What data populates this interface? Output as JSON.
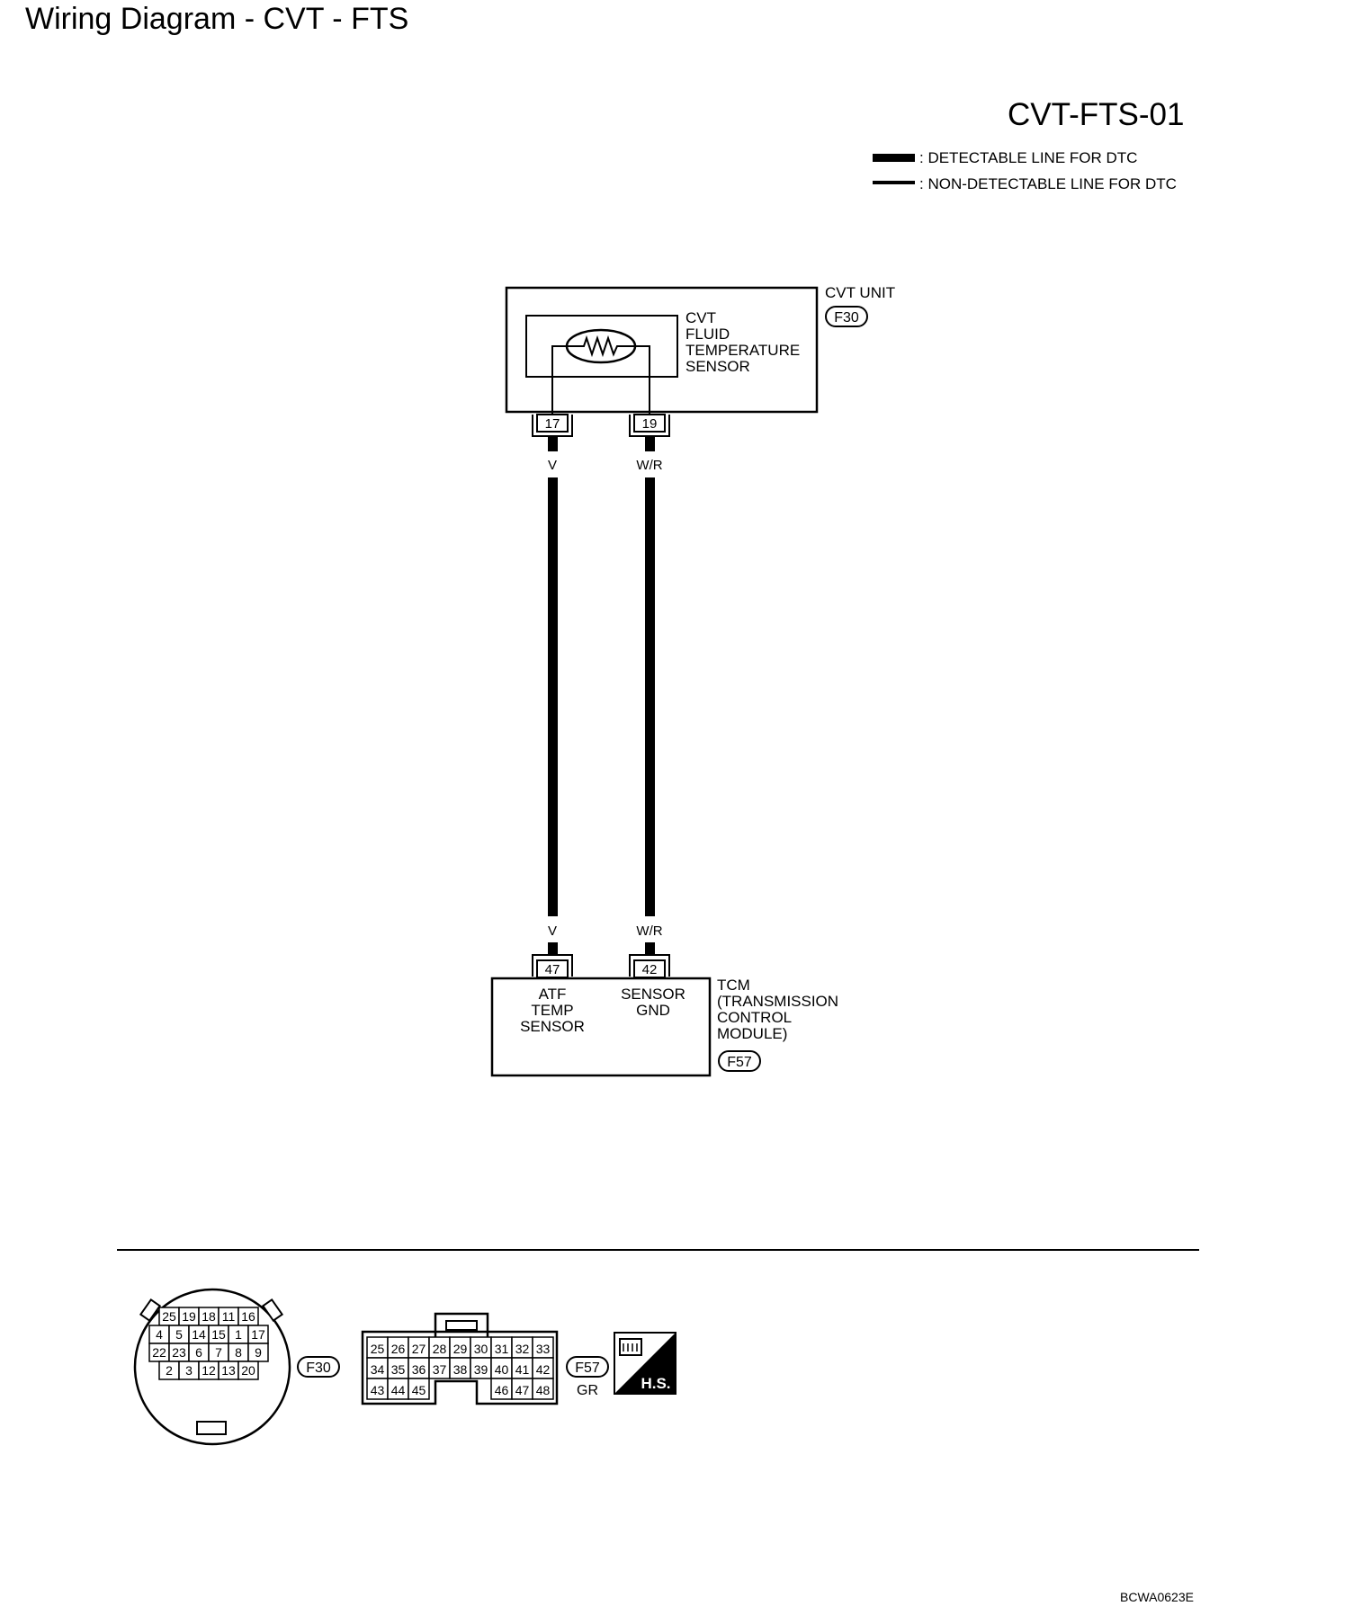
{
  "title": "Wiring Diagram - CVT - FTS",
  "diagram_code": "CVT-FTS-01",
  "legend": {
    "detectable": ": DETECTABLE LINE FOR DTC",
    "non_detectable": ": NON-DETECTABLE LINE FOR DTC"
  },
  "cvt_unit": {
    "name": "CVT UNIT",
    "connector": "F30",
    "sensor_lines": [
      "CVT",
      "FLUID",
      "TEMPERATURE",
      "SENSOR"
    ],
    "terminals": [
      "17",
      "19"
    ]
  },
  "wires": [
    {
      "color_code": "V",
      "from_terminal": "17",
      "to_terminal": "47",
      "detectable": true
    },
    {
      "color_code": "W/R",
      "from_terminal": "19",
      "to_terminal": "42",
      "detectable": true
    }
  ],
  "tcm": {
    "name_lines": [
      "TCM",
      "(TRANSMISSION",
      "CONTROL",
      "MODULE)"
    ],
    "connector": "F57",
    "terminals": [
      "47",
      "42"
    ],
    "pin_labels": [
      [
        "ATF",
        "TEMP",
        "SENSOR"
      ],
      [
        "SENSOR",
        "GND"
      ]
    ]
  },
  "connector_f30": {
    "label": "F30",
    "rows": [
      [
        "25",
        "19",
        "18",
        "11",
        "16"
      ],
      [
        "4",
        "5",
        "14",
        "15",
        "1",
        "17"
      ],
      [
        "22",
        "23",
        "6",
        "7",
        "8",
        "9"
      ],
      [
        "2",
        "3",
        "12",
        "13",
        "20"
      ]
    ]
  },
  "connector_f57": {
    "label": "F57",
    "color": "GR",
    "rows": [
      [
        "25",
        "26",
        "27",
        "28",
        "29",
        "30",
        "31",
        "32",
        "33"
      ],
      [
        "34",
        "35",
        "36",
        "37",
        "38",
        "39",
        "40",
        "41",
        "42"
      ],
      [
        "43",
        "44",
        "45",
        "46",
        "47",
        "48"
      ]
    ]
  },
  "hs_badge": "H.S.",
  "figure_code": "BCWA0623E"
}
